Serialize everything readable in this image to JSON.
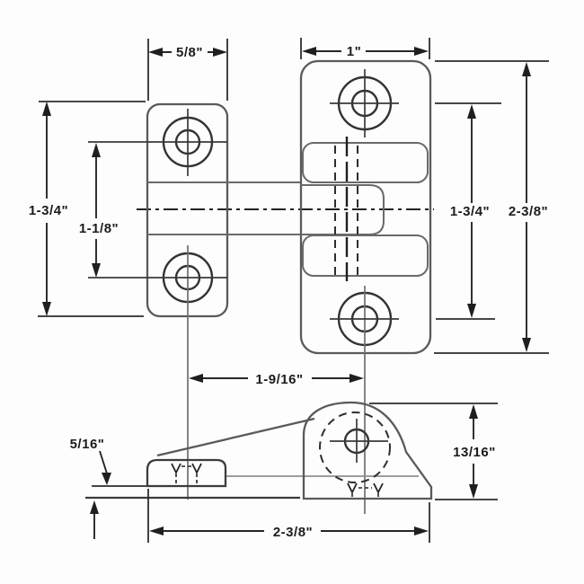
{
  "drawing": {
    "title": "offset hinge latch dimension drawing",
    "dimensions": {
      "left_plate_width": "5/8\"",
      "right_plate_width": "1\"",
      "left_plate_height": "1-3/4\"",
      "left_hole_spacing": "1-1/8\"",
      "right_hole_spacing": "1-3/4\"",
      "right_plate_height": "2-3/8\"",
      "hole_center_offset": "1-9/16\"",
      "base_offset_height": "5/16\"",
      "catch_height": "13/16\"",
      "overall_depth": "2-3/8\""
    }
  }
}
